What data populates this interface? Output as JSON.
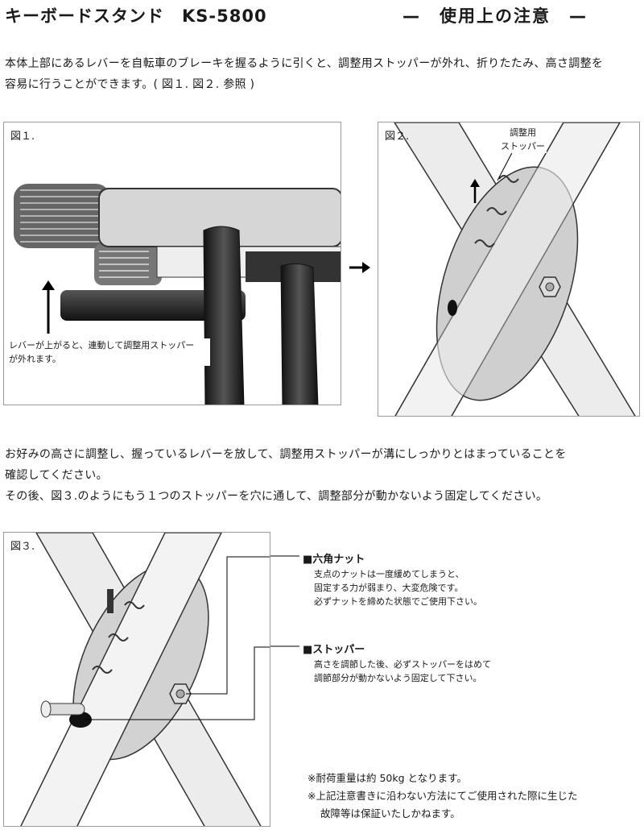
{
  "header": {
    "title": "キーボードスタンド　KS-5800",
    "subtitle": "—　使用上の注意　—"
  },
  "intro": {
    "line1": "本体上部にあるレバーを自転車のブレーキを握るように引くと、調整用ストッパーが外れ、折りたたみ、高さ調整を",
    "line2": "容易に行うことができます。( 図１. 図２.  参照 )"
  },
  "fig1": {
    "label": "図１.",
    "caption_line1": "レバーが上がると、連動して調整用ストッパー",
    "caption_line2": "が外れます。"
  },
  "fig2": {
    "label": "図２.",
    "callout_line1": "調整用",
    "callout_line2": "ストッパー"
  },
  "middle": {
    "line1": "お好みの高さに調整し、握っているレバーを放して、調整用ストッパーが溝にしっかりとはまっていることを",
    "line2": "確認してください。",
    "line3": "その後、図３.のようにもう１つのストッパーを穴に通して、調整部分が動かないよう固定してください。"
  },
  "fig3": {
    "label": "図３.",
    "nut": {
      "heading": "■六角ナット",
      "lines": [
        "支点のナットは一度緩めてしまうと、",
        "固定する力が弱まり、大変危険です。",
        "必ずナットを締めた状態でご使用下さい。"
      ]
    },
    "stopper": {
      "heading": "■ストッパー",
      "lines": [
        "高さを調節した後、必ずストッパーをはめて",
        "調節部分が動かないよう固定して下さい。"
      ]
    }
  },
  "footer": {
    "load_note": "※耐荷重量は約 50kg となります。",
    "warranty_line1": "※上記注意書きに沿わない方法にてご使用された際に生じた",
    "warranty_line2": "故障等は保証いたしかねます。"
  },
  "colors": {
    "text": "#1a1a1a",
    "border": "#9a9a9a",
    "tube_light": "#ebebeb",
    "tube_dark": "#2a2a2a"
  }
}
